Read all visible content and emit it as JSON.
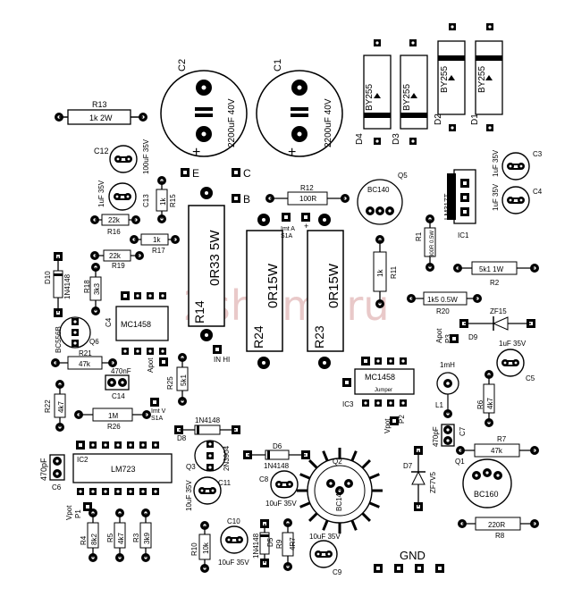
{
  "watermark": "2shemi.ru",
  "labels": {
    "C2": "C2",
    "C1": "C1",
    "C2_val": "2200uF 40V",
    "C1_val": "2200uF 40V",
    "R13": "R13",
    "R13_val": "1k 2W",
    "C12": "C12",
    "C12_val": "100uF 35V",
    "C13": "C13",
    "C13_val": "1uF 35V",
    "R15": "R15",
    "R15_val": "1k",
    "R16": "R16",
    "R16_val": "22k",
    "R17": "R17",
    "R17_val": "1k",
    "R19": "R19",
    "R19_val": "22k",
    "R18": "R18",
    "R18_val": "3k3",
    "D10": "D10",
    "D10_val": "1N4148",
    "MC1458_a": "MC1458",
    "C4_left": "C4",
    "Q6": "Q6",
    "Q6_val": "BC556B",
    "R21": "R21",
    "R21_val": "47k",
    "C14": "C14",
    "C14_val": "470nF",
    "Apot": "Apot",
    "R22": "R22",
    "R22_val": "4k7",
    "R25": "R25",
    "R25_val": "5k1",
    "R26": "R26",
    "R26_val": "1M",
    "D8": "D8",
    "D8_val": "1N4148",
    "IC2": "IC2",
    "LM723": "LM723",
    "C6": "C6",
    "C6_val": "470pF",
    "Q3": "Q3",
    "Q3_val": "2N3904",
    "C11": "C11",
    "C11_val": "10uF 35V",
    "Vpot": "Vpot",
    "P1": "P1",
    "R4": "R4",
    "R4_val": "8k2",
    "R5": "R5",
    "R5_val": "4k7",
    "R3": "R3",
    "R3_val": "3k9",
    "R10": "R10",
    "R10_val": "10k",
    "C10": "C10",
    "C10_val": "10uF 35V",
    "D5": "D5",
    "D5_val": "1N4148",
    "R9": "R9",
    "R9_val": "4R7",
    "C9": "C9",
    "C9_val": "10uF 35V",
    "GND": "GND",
    "E": "E",
    "C": "C",
    "B": "B",
    "R14": "R14",
    "R14_val": "0R33 5W",
    "R24": "R24",
    "R24_val": "0R15W",
    "R23": "R23",
    "R23_val": "0R15W",
    "R12": "R12",
    "R12_val": "100R",
    "Q5": "Q5",
    "Q5_val": "BC140",
    "IC1": "IC1",
    "IC1_val": "LM317T",
    "R1": "R1",
    "R1_val": "300R 0.5W",
    "R11": "R11",
    "R11_val": "1k",
    "R2": "R2",
    "R2_val": "5k1 1W",
    "R20": "R20",
    "R20_val": "1k5 0.5W",
    "ZF15": "ZF15",
    "D9": "D9",
    "Apot_P3": "Apot",
    "P3": "P3",
    "C3": "C3",
    "C3_val": "1uF 35V",
    "C4_right": "C4",
    "C4r_val": "1uF 35V",
    "C5": "C5",
    "C5_val": "1uF 35V",
    "IN_HI": "IN HI",
    "Imt_A": "Imt A",
    "S1A_top": "S1A",
    "Imt_V": "Imt V",
    "S1A_bot": "S1A",
    "MC1458_b": "MC1458",
    "Jumper": "Jumper",
    "IC3": "IC3",
    "L1": "L1",
    "L1_val": "1mH",
    "R6": "R6",
    "R6_val": "4k7",
    "C7": "C7",
    "C7_val": "470pF",
    "Vpot_P2": "Vpot",
    "P2": "P2",
    "R7": "R7",
    "R7_val": "47k",
    "D6": "D6",
    "D6_val": "1N4148",
    "C8": "C8",
    "C8_val": "10uF 35V",
    "Q2": "Q2",
    "Q2_val": "BC140",
    "D7": "D7",
    "D7_val": "ZF7V5",
    "Q1": "Q1",
    "Q1_val": "BC160",
    "R8": "R8",
    "R8_val": "220R",
    "D1": "D1",
    "D2": "D2",
    "D3": "D3",
    "D4": "D4",
    "BY255": "BY255"
  }
}
